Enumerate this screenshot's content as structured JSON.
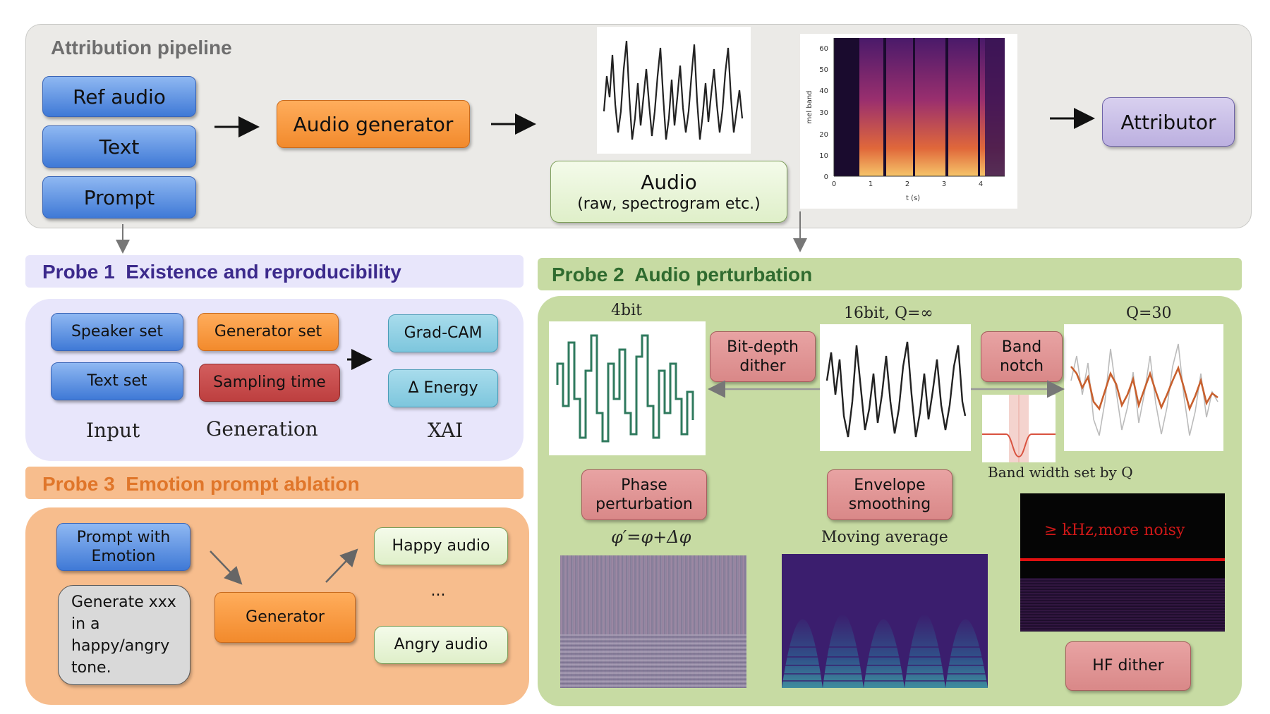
{
  "pipeline": {
    "title": "Attribution pipeline",
    "inputs": [
      "Ref audio",
      "Text",
      "Prompt"
    ],
    "generator": "Audio generator",
    "audio_label": "Audio",
    "audio_sub": "(raw, spectrogram etc.)",
    "attributor": "Attributor",
    "spectrogram": {
      "ylabel": "mel band",
      "xlabel": "t (s)",
      "yticks": [
        "0",
        "10",
        "20",
        "30",
        "40",
        "50",
        "60"
      ],
      "xticks": [
        "0",
        "1",
        "2",
        "3",
        "4"
      ]
    }
  },
  "probe1": {
    "title": "Probe 1  Existence and reproducibility",
    "speaker_set": "Speaker set",
    "text_set": "Text set",
    "generator_set": "Generator set",
    "sampling_time": "Sampling time",
    "gradcam": "Grad-CAM",
    "energy": "Δ Energy",
    "col_input": "Input",
    "col_generation": "Generation",
    "col_xai": "XAI"
  },
  "probe3": {
    "title": "Probe 3  Emotion prompt ablation",
    "prompt_emotion": "Prompt with Emotion",
    "generate_text": "Generate xxx in a happy/angry tone.",
    "generator": "Generator",
    "happy": "Happy audio",
    "ellipsis": "...",
    "angry": "Angry audio"
  },
  "probe2": {
    "title": "Probe 2  Audio perturbation",
    "label_4bit": "4bit",
    "label_16bit": "16bit, Q=∞",
    "label_q30": "Q=30",
    "bit_depth": "Bit-depth dither",
    "band_notch": "Band notch",
    "band_width": "Band width set by Q",
    "phase": "Phase perturbation",
    "phase_formula": "φ′=φ+Δφ",
    "envelope": "Envelope smoothing",
    "moving_avg": "Moving average",
    "hf_text": "≥ kHz,more noisy",
    "hf_dither": "HF dither"
  },
  "colors": {
    "probe1_accent": "#3c2a8c",
    "probe2_accent": "#2f6b2f",
    "probe3_accent": "#e0762a"
  }
}
